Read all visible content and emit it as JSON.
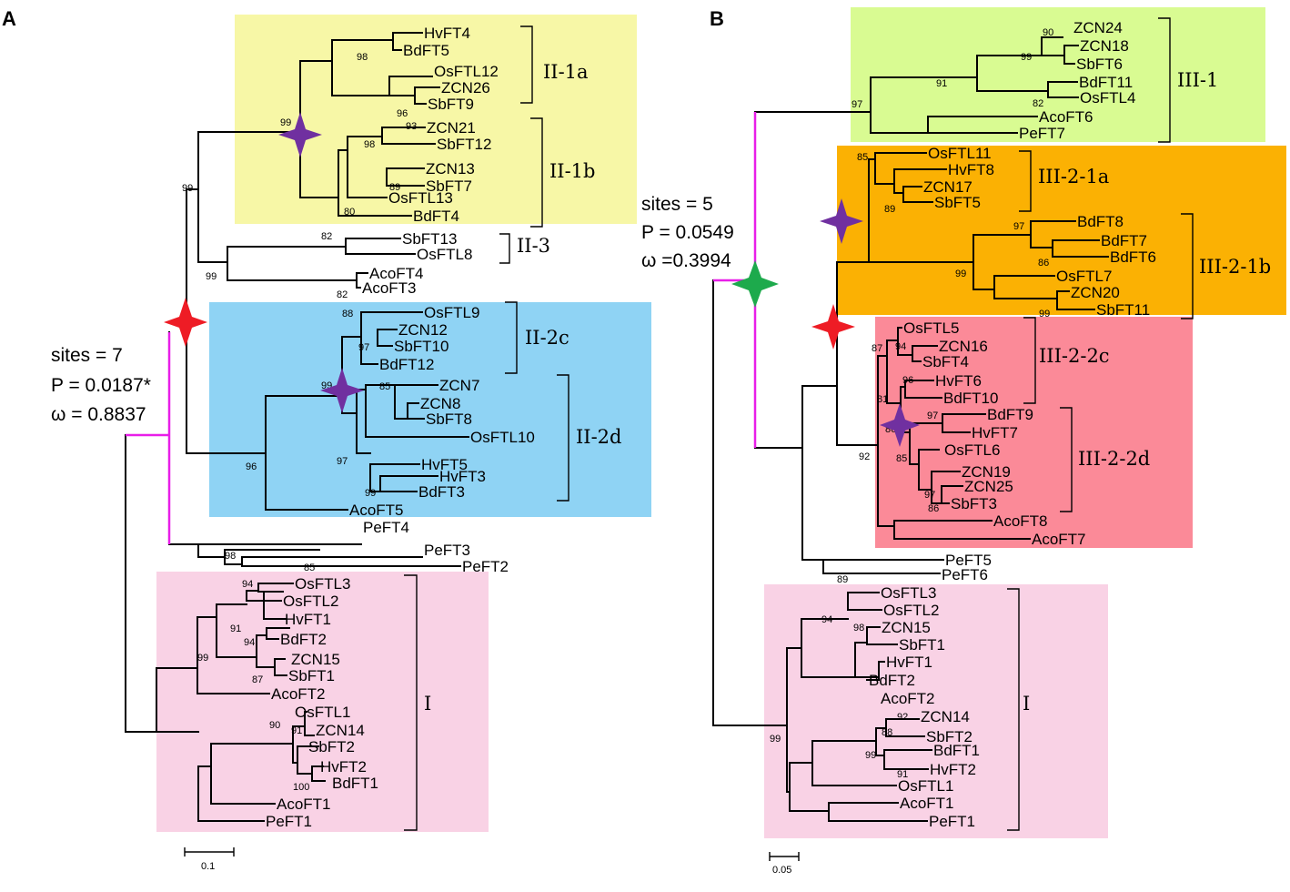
{
  "panels": {
    "A": {
      "label": "A",
      "annotation": [
        "sites = 7",
        "P = 0.0187*",
        "ω = 0.8837"
      ],
      "scale_label": "0.1",
      "clades": [
        "II-1a",
        "II-1b",
        "II-3",
        "II-2c",
        "II-2d",
        "I"
      ],
      "leaves": [
        "HvFT4",
        "BdFT5",
        "OsFTL12",
        "ZCN26",
        "SbFT9",
        "ZCN21",
        "SbFT12",
        "ZCN13",
        "SbFT7",
        "OsFTL13",
        "BdFT4",
        "SbFT13",
        "OsFTL8",
        "AcoFT4",
        "AcoFT3",
        "OsFTL9",
        "ZCN12",
        "SbFT10",
        "BdFT12",
        "ZCN7",
        "ZCN8",
        "SbFT8",
        "OsFTL10",
        "HvFT5",
        "HvFT3",
        "BdFT3",
        "AcoFT5",
        "PeFT4",
        "PeFT3",
        "PeFT2",
        "OsFTL3",
        "OsFTL2",
        "HvFT1",
        "BdFT2",
        "ZCN15",
        "SbFT1",
        "AcoFT2",
        "OsFTL1",
        "ZCN14",
        "SbFT2",
        "HvFT2",
        "BdFT1",
        "AcoFT1",
        "PeFT1"
      ],
      "bootstraps": [
        "98",
        "96",
        "99",
        "98",
        "93",
        "89",
        "80",
        "99",
        "82",
        "99",
        "82",
        "88",
        "97",
        "99",
        "85",
        "97",
        "99",
        "96",
        "98",
        "85",
        "94",
        "91",
        "94",
        "87",
        "99",
        "90",
        "91",
        "100"
      ]
    },
    "B": {
      "label": "B",
      "annotation": [
        "sites = 5",
        "P = 0.0549",
        "ω =0.3994"
      ],
      "scale_label": "0.05",
      "clades": [
        "III-1",
        "III-2-1a",
        "III-2-1b",
        "III-2-2c",
        "III-2-2d",
        "I"
      ],
      "leaves": [
        "ZCN24",
        "ZCN18",
        "SbFT6",
        "BdFT11",
        "OsFTL4",
        "AcoFT6",
        "PeFT7",
        "OsFTL11",
        "HvFT8",
        "ZCN17",
        "SbFT5",
        "BdFT8",
        "BdFT7",
        "BdFT6",
        "OsFTL7",
        "ZCN20",
        "SbFT11",
        "OsFTL5",
        "ZCN16",
        "SbFT4",
        "HvFT6",
        "BdFT10",
        "BdFT9",
        "HvFT7",
        "OsFTL6",
        "ZCN19",
        "ZCN25",
        "SbFT3",
        "AcoFT8",
        "AcoFT7",
        "PeFT5",
        "PeFT6",
        "OsFTL3",
        "OsFTL2",
        "ZCN15",
        "SbFT1",
        "HvFT1",
        "BdFT2",
        "AcoFT2",
        "ZCN14",
        "SbFT2",
        "BdFT1",
        "HvFT2",
        "OsFTL1",
        "AcoFT1",
        "PeFT1"
      ],
      "bootstraps": [
        "90",
        "99",
        "82",
        "91",
        "97",
        "85",
        "89",
        "97",
        "86",
        "99",
        "99",
        "87",
        "94",
        "96",
        "81",
        "97",
        "86",
        "85",
        "97",
        "86",
        "92",
        "89",
        "94",
        "98",
        "92",
        "88",
        "99",
        "91",
        "99"
      ]
    }
  },
  "colors": {
    "yellow": "#f7f7a6",
    "blue": "#8fd3f4",
    "pink": "#f9d2e5",
    "green": "#d9fb92",
    "orange": "#fbb103",
    "red": "#fb8a98",
    "selection_branch": "#e81ee8",
    "star_red": "#ee1c25",
    "star_purple": "#7030a0",
    "star_green": "#1daa4c"
  }
}
